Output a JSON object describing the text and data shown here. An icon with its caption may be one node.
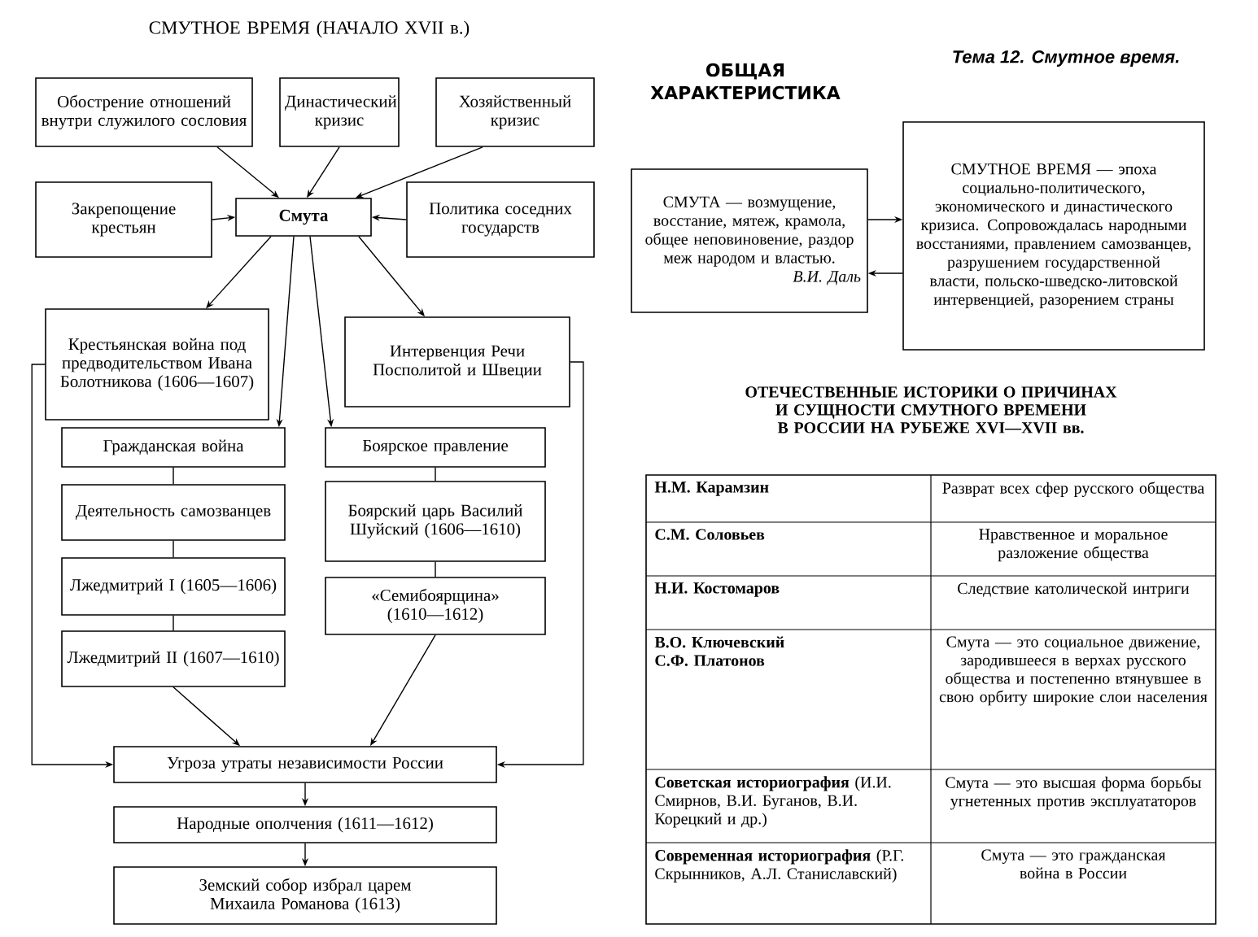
{
  "diagram": {
    "title": "Тема 12. Смутное время.",
    "nodes": [
      {
        "text": [
          "Обострение отношений внутри служилого сословия"
        ]
      },
      {
        "text": [
          "Династический кризис"
        ]
      },
      {
        "text": [
          "Хозяйственный кризис"
        ]
      },
      {
        "text": [
          "Закрепощение крестьян"
        ]
      },
      {
        "text": [
          "Смута"
        ]
      },
      {
        "text": [
          "Политика соседних государств"
        ]
      },
      {
        "text": [
          "Крестьянская война под предводительством Ивана Болотникова (1606—1607)"
        ]
      },
      {
        "text": [
          "Интервенция Речи Посполитой и Швеции"
        ]
      },
      {
        "text": [
          "Гражданская война"
        ]
      },
      {
        "text": [
          "Боярское правление"
        ]
      },
      {
        "text": [
          "Деятельность самозванцев"
        ]
      },
      {
        "text": [
          "Боярский царь Василий Шуйский (1606—1610)"
        ]
      },
      {
        "text": [
          "Лжедмитрий I (1605—1606)"
        ]
      },
      {
        "text": [
          "«Семибоярщина» (1610—1612)"
        ]
      },
      {
        "text": [
          "Лжедмитрий II (1607—1610)"
        ]
      },
      {
        "text": [
          "Угроза утраты независимости России"
        ]
      },
      {
        "text": [
          "Народные ополчения (1611—1612)"
        ]
      },
      {
        "text": [
          "Земский собор избрал царем Михаила Романова (1613)"
        ]
      },
      {
        "text": [
          "СМУТА — возмущение, восстание, мятеж, крамола, общее неповиновение, раздор меж народом и властью.",
          "В.И. Даль"
        ]
      },
      {
        "text": [
          "СМУТНОЕ ВРЕМЯ — эпоха социально-политического, экономического и династического кризиса. Сопровождалась народными восстаниями, правлением самозванцев, разрушением государственной власти, польско-шведско-литовской интервенцией, разорением страны"
        ]
      }
    ],
    "edges": [
      {
        "from": 0,
        "to": 4,
        "arrow": "to"
      },
      {
        "from": 1,
        "to": 4,
        "arrow": "to"
      },
      {
        "from": 2,
        "to": 4,
        "arrow": "to"
      },
      {
        "from": 3,
        "to": 4,
        "arrow": "to"
      },
      {
        "from": 5,
        "to": 4,
        "arrow": "to"
      },
      {
        "from": 4,
        "to": 6,
        "arrow": "to"
      },
      {
        "from": 4,
        "to": 8,
        "arrow": "to"
      },
      {
        "from": 4,
        "to": 9,
        "arrow": "to"
      },
      {
        "from": 4,
        "to": 7,
        "arrow": "to"
      },
      {
        "from": 8,
        "to": 10,
        "arrow": "none"
      },
      {
        "from": 10,
        "to": 12,
        "arrow": "none"
      },
      {
        "from": 12,
        "to": 14,
        "arrow": "none"
      },
      {
        "from": 9,
        "to": 11,
        "arrow": "none"
      },
      {
        "from": 11,
        "to": 13,
        "arrow": "none"
      },
      {
        "from": 6,
        "to": 15,
        "arrow": "to"
      },
      {
        "from": 14,
        "to": 15,
        "arrow": "to"
      },
      {
        "from": 13,
        "to": 15,
        "arrow": "to"
      },
      {
        "from": 7,
        "to": 15,
        "arrow": "to"
      },
      {
        "from": 15,
        "to": 16,
        "arrow": "to"
      },
      {
        "from": 16,
        "to": 17,
        "arrow": "to"
      },
      {
        "from": 18,
        "to": 19,
        "arrow": "to"
      },
      {
        "from": 19,
        "to": 18,
        "arrow": "to"
      }
    ],
    "labels": [
      "СМУТНОЕ ВРЕМЯ (НАЧАЛО XVII в.)",
      "ОБЩАЯ ХАРАКТЕРИСТИКА",
      "ОТЕЧЕСТВЕННЫЕ ИСТОРИКИ О ПРИЧИНАХ И СУЩНОСТИ СМУТНОГО ВРЕМЕНИ В РОССИИ НА РУБЕЖЕ XVI—XVII вв.",
      "Н.М. Карамзин",
      "Разврат всех сфер русского общества",
      "С.М. Соловьев",
      "Нравственное и моральное разложение общества",
      "Н.И. Костомаров",
      "Следствие католической интриги",
      "В.О. Ключевский С.Ф. Платонов",
      "Смута — это социальное движение, зародившееся в верхах русского общества и постепенно втянувшее в свою орбиту широкие слои населения",
      "**Советская историография** (И.И. Смирнов, В.И. Буганов, В.И. Корецкий и др.)",
      "Смута — это высшая форма борьбы угнетенных против эксплуататоров",
      "**Современная историография** (Р.Г. Скрынников, А.Л. Станиславский)",
      "Смута — это гражданская война в России"
    ]
  }
}
